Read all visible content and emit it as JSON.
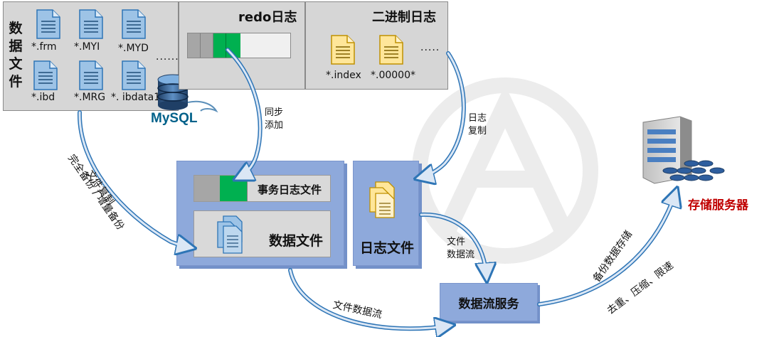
{
  "data_files_panel": {
    "vertical_title": [
      "数",
      "据",
      "文",
      "件"
    ],
    "files_row1": [
      "*.frm",
      "*.MYI",
      "*.MYD"
    ],
    "files_row2": [
      "*.ibd",
      "*.MRG",
      "*. ibdata1"
    ],
    "more": "......"
  },
  "mysql_logo": "MySQL",
  "redo_panel": {
    "title": "redo日志"
  },
  "binlog_panel": {
    "title": "二进制日志",
    "files": [
      "*.index",
      "*.00000*"
    ],
    "more": "....."
  },
  "backup_box": {
    "txn_log_label": "事务日志文件",
    "data_files_label": "数据文件"
  },
  "log_box": {
    "label": "日志文件"
  },
  "stream_service": {
    "label": "数据流服务"
  },
  "storage_server": {
    "label": "存储服务器"
  },
  "annotations": {
    "sync_add": [
      "同步",
      "添加"
    ],
    "log_copy": [
      "日志",
      "复制"
    ],
    "file_copy": "文件复制",
    "full_incr_backup": "完全备份 / 增量备份",
    "file_stream_small": [
      "文件",
      "数据流"
    ],
    "file_stream": "文件数据流",
    "backup_store": "备份数据存储",
    "dedup": "去重、压缩、限速"
  },
  "colors": {
    "accent_blue": "#8ea9db",
    "green": "#00b050",
    "red_label": "#c00000",
    "arrow": "#2e75b6"
  }
}
